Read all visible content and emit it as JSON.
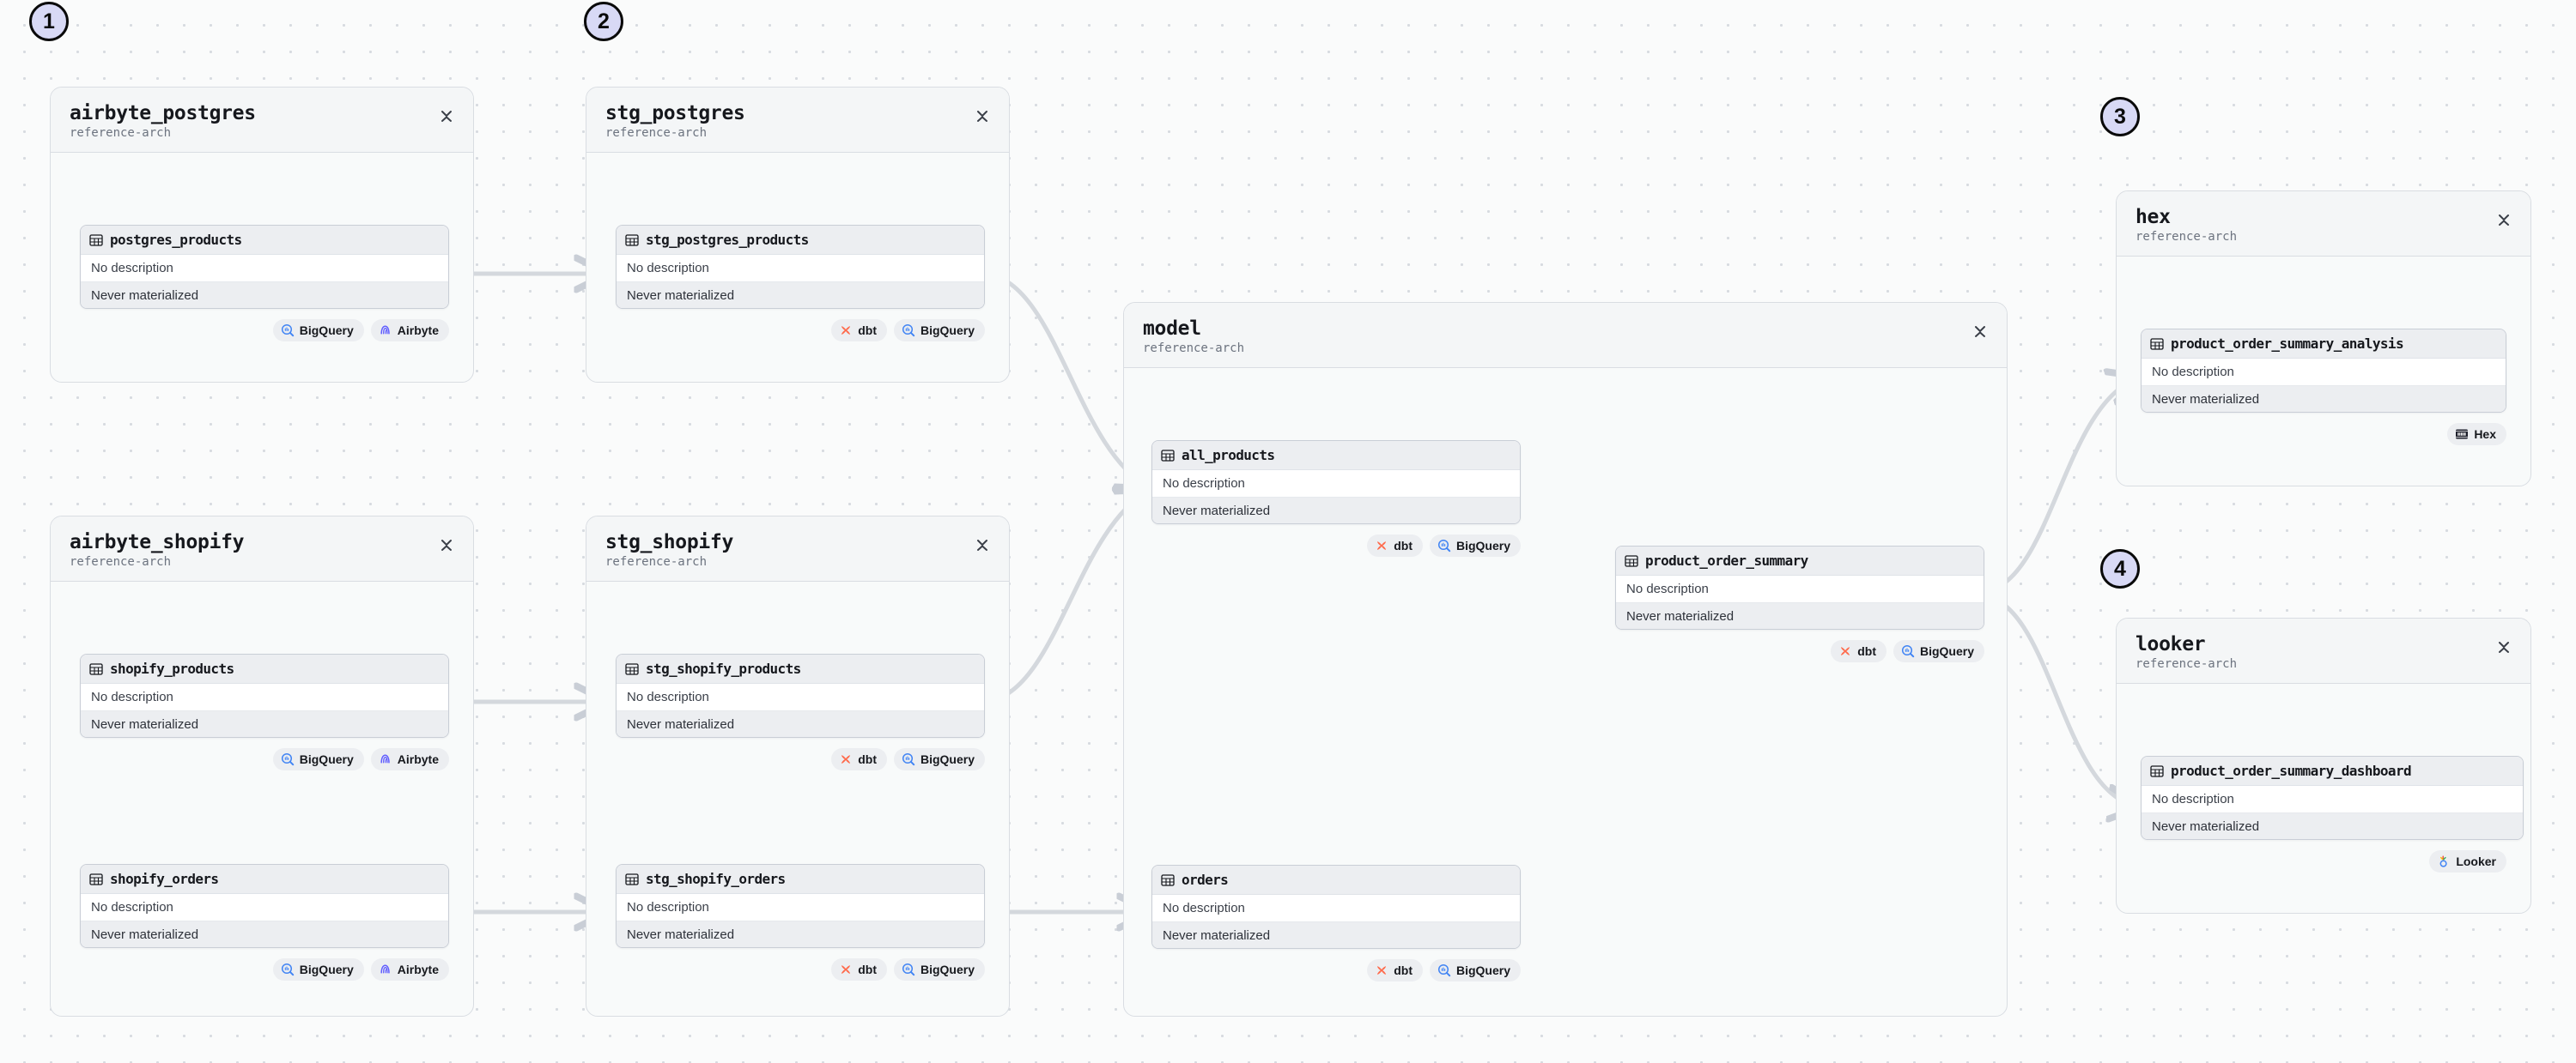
{
  "meta": {
    "row_labels": {
      "description": "No description",
      "materialization": "Never materialized"
    },
    "colors": {
      "canvas_bg": "#fafbfb",
      "grid_dot": "#d7dbe0",
      "group_border": "#d9dde2",
      "node_header": "#eceef1",
      "edge": "#d4d8dd",
      "step_fill": "#d8d9f5",
      "dbt_orange": "#ff694a",
      "bigquery_blue": "#4285f4",
      "airbyte_purple": "#615eff",
      "hex_dark": "#1d1f2b"
    }
  },
  "steps": [
    {
      "label": "1",
      "name": "step-marker-1"
    },
    {
      "label": "2",
      "name": "step-marker-2"
    },
    {
      "label": "3",
      "name": "step-marker-3"
    },
    {
      "label": "4",
      "name": "step-marker-4"
    }
  ],
  "groups": [
    {
      "id": "airbyte_postgres",
      "title": "airbyte_postgres",
      "subtitle": "reference-arch",
      "collapse_icon": "collapse-vertical-icon",
      "nodes": [
        {
          "id": "postgres_products",
          "title": "postgres_products",
          "icon": "table-icon",
          "description": "No description",
          "materialization": "Never materialized",
          "badges": [
            {
              "label": "BigQuery",
              "icon": "bigquery-icon"
            },
            {
              "label": "Airbyte",
              "icon": "airbyte-icon"
            }
          ]
        }
      ]
    },
    {
      "id": "stg_postgres",
      "title": "stg_postgres",
      "subtitle": "reference-arch",
      "collapse_icon": "collapse-vertical-icon",
      "nodes": [
        {
          "id": "stg_postgres_products",
          "title": "stg_postgres_products",
          "icon": "table-icon",
          "description": "No description",
          "materialization": "Never materialized",
          "badges": [
            {
              "label": "dbt",
              "icon": "dbt-icon"
            },
            {
              "label": "BigQuery",
              "icon": "bigquery-icon"
            }
          ]
        }
      ]
    },
    {
      "id": "airbyte_shopify",
      "title": "airbyte_shopify",
      "subtitle": "reference-arch",
      "collapse_icon": "collapse-vertical-icon",
      "nodes": [
        {
          "id": "shopify_products",
          "title": "shopify_products",
          "icon": "table-icon",
          "description": "No description",
          "materialization": "Never materialized",
          "badges": [
            {
              "label": "BigQuery",
              "icon": "bigquery-icon"
            },
            {
              "label": "Airbyte",
              "icon": "airbyte-icon"
            }
          ]
        },
        {
          "id": "shopify_orders",
          "title": "shopify_orders",
          "icon": "table-icon",
          "description": "No description",
          "materialization": "Never materialized",
          "badges": [
            {
              "label": "BigQuery",
              "icon": "bigquery-icon"
            },
            {
              "label": "Airbyte",
              "icon": "airbyte-icon"
            }
          ]
        }
      ]
    },
    {
      "id": "stg_shopify",
      "title": "stg_shopify",
      "subtitle": "reference-arch",
      "collapse_icon": "collapse-vertical-icon",
      "nodes": [
        {
          "id": "stg_shopify_products",
          "title": "stg_shopify_products",
          "icon": "table-icon",
          "description": "No description",
          "materialization": "Never materialized",
          "badges": [
            {
              "label": "dbt",
              "icon": "dbt-icon"
            },
            {
              "label": "BigQuery",
              "icon": "bigquery-icon"
            }
          ]
        },
        {
          "id": "stg_shopify_orders",
          "title": "stg_shopify_orders",
          "icon": "table-icon",
          "description": "No description",
          "materialization": "Never materialized",
          "badges": [
            {
              "label": "dbt",
              "icon": "dbt-icon"
            },
            {
              "label": "BigQuery",
              "icon": "bigquery-icon"
            }
          ]
        }
      ]
    },
    {
      "id": "model",
      "title": "model",
      "subtitle": "reference-arch",
      "collapse_icon": "collapse-vertical-icon",
      "nodes": [
        {
          "id": "all_products",
          "title": "all_products",
          "icon": "table-icon",
          "description": "No description",
          "materialization": "Never materialized",
          "badges": [
            {
              "label": "dbt",
              "icon": "dbt-icon"
            },
            {
              "label": "BigQuery",
              "icon": "bigquery-icon"
            }
          ]
        },
        {
          "id": "orders",
          "title": "orders",
          "icon": "table-icon",
          "description": "No description",
          "materialization": "Never materialized",
          "badges": [
            {
              "label": "dbt",
              "icon": "dbt-icon"
            },
            {
              "label": "BigQuery",
              "icon": "bigquery-icon"
            }
          ]
        },
        {
          "id": "product_order_summary",
          "title": "product_order_summary",
          "icon": "table-icon",
          "description": "No description",
          "materialization": "Never materialized",
          "badges": [
            {
              "label": "dbt",
              "icon": "dbt-icon"
            },
            {
              "label": "BigQuery",
              "icon": "bigquery-icon"
            }
          ]
        }
      ]
    },
    {
      "id": "hex",
      "title": "hex",
      "subtitle": "reference-arch",
      "collapse_icon": "collapse-vertical-icon",
      "nodes": [
        {
          "id": "product_order_summary_analysis",
          "title": "product_order_summary_analysis",
          "icon": "table-icon",
          "description": "No description",
          "materialization": "Never materialized",
          "badges": [
            {
              "label": "Hex",
              "icon": "hex-icon"
            }
          ]
        }
      ]
    },
    {
      "id": "looker",
      "title": "looker",
      "subtitle": "reference-arch",
      "collapse_icon": "collapse-vertical-icon",
      "nodes": [
        {
          "id": "product_order_summary_dashboard",
          "title": "product_order_summary_dashboard",
          "icon": "table-icon",
          "description": "No description",
          "materialization": "Never materialized",
          "badges": [
            {
              "label": "Looker",
              "icon": "looker-icon"
            }
          ]
        }
      ]
    }
  ],
  "edges": [
    {
      "from": "postgres_products",
      "to": "stg_postgres_products"
    },
    {
      "from": "shopify_products",
      "to": "stg_shopify_products"
    },
    {
      "from": "shopify_orders",
      "to": "stg_shopify_orders"
    },
    {
      "from": "stg_postgres_products",
      "to": "all_products"
    },
    {
      "from": "stg_shopify_products",
      "to": "all_products"
    },
    {
      "from": "stg_shopify_orders",
      "to": "orders"
    },
    {
      "from": "all_products",
      "to": "product_order_summary"
    },
    {
      "from": "orders",
      "to": "product_order_summary"
    },
    {
      "from": "product_order_summary",
      "to": "product_order_summary_analysis"
    },
    {
      "from": "product_order_summary",
      "to": "product_order_summary_dashboard"
    }
  ]
}
